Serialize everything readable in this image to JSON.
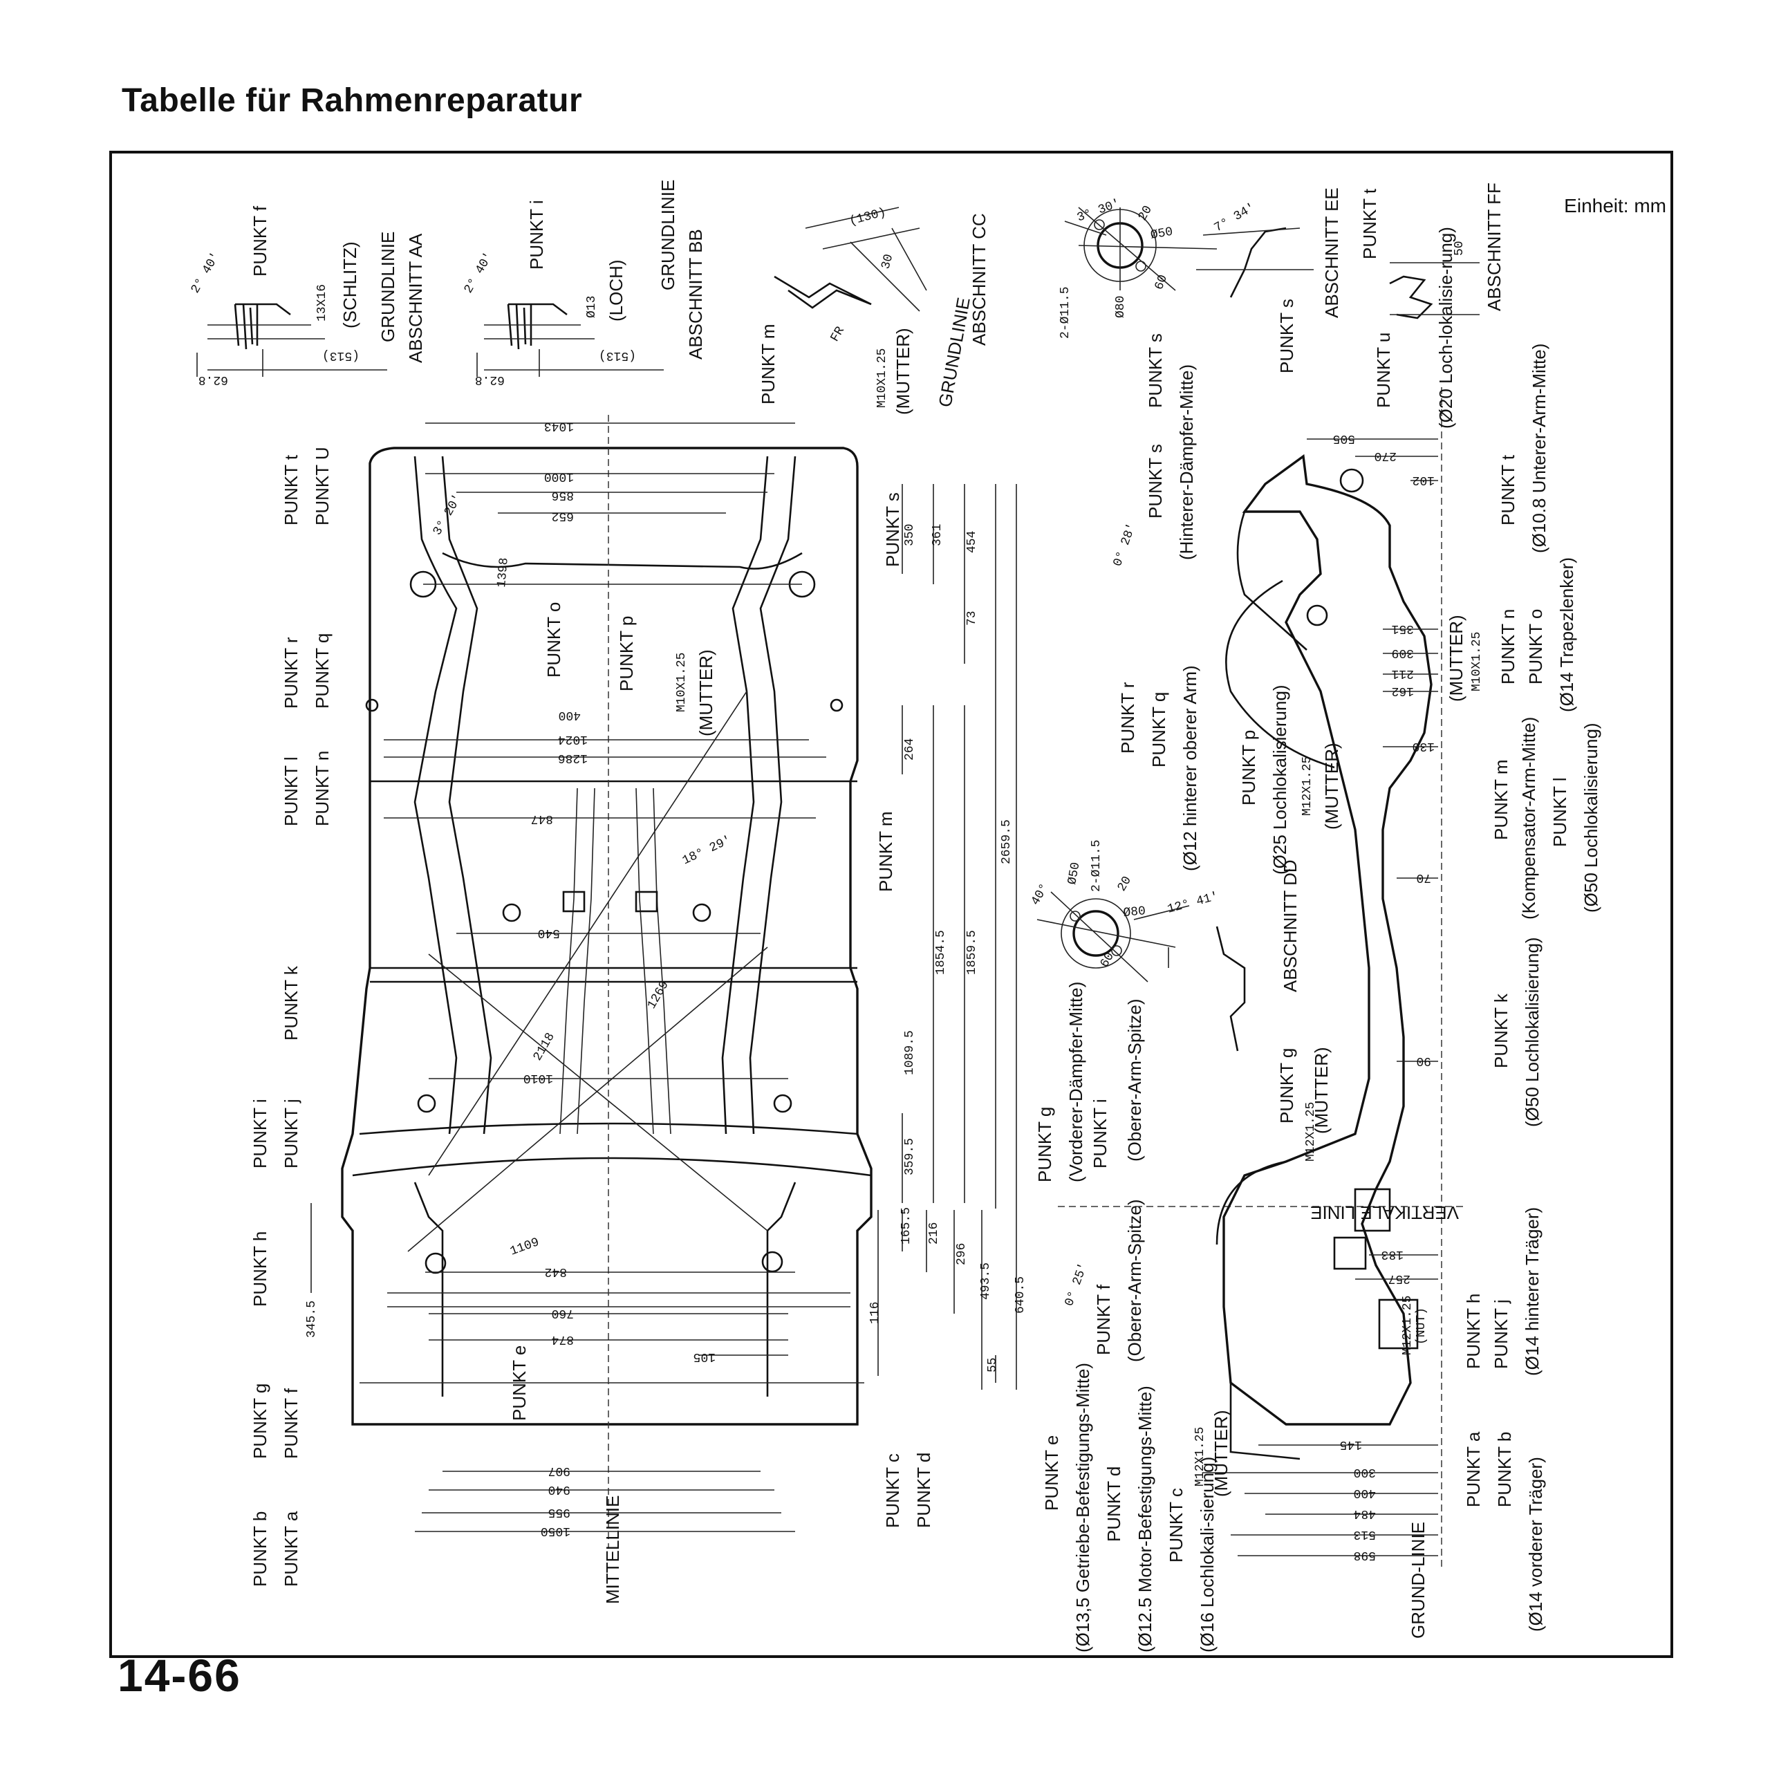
{
  "title": "Tabelle für Rahmenreparatur",
  "page_number": "14-66",
  "unit": "Einheit: mm",
  "sections": [
    {
      "id": "AA",
      "name": "ABSCHNITT AA",
      "base": "GRUNDLINIE",
      "point": "PUNKT f",
      "note": "(SCHLITZ)",
      "size": "13X16",
      "dim1": "62.8",
      "dim2": "(513)",
      "angle": "2° 40'"
    },
    {
      "id": "BB",
      "name": "ABSCHNITT BB",
      "base": "GRUNDLINIE",
      "point": "PUNKT i",
      "note": "(LOCH)",
      "size": "Ø13",
      "dim1": "62.8",
      "dim2": "(513)",
      "angle": "2° 40'"
    },
    {
      "id": "CC",
      "name": "ABSCHNITT CC",
      "base": "GRUNDLINIE",
      "point": "PUNKT m",
      "nut": "M10X1.25",
      "note": "(MUTTER)",
      "dim1": "(130)",
      "dim2": "30",
      "dir": "FR"
    },
    {
      "id": "EE",
      "name": "ABSCHNITT EE",
      "point": "PUNKT s",
      "angle": "7° 34'"
    },
    {
      "id": "FF",
      "name": "ABSCHNITT FF",
      "point": "PUNKT t",
      "dim1": "50"
    },
    {
      "id": "DD",
      "name": "ABSCHNITT DD",
      "point": "PUNKT g",
      "nut": "M12X1.25",
      "note": "(MUTTER)"
    }
  ],
  "detail_s": {
    "label": "PUNKT s",
    "angle": "3° 30'",
    "holes": "2-Ø11.5",
    "d1": "Ø80",
    "d2": "Ø50",
    "a1": "20",
    "a2": "60"
  },
  "detail_g": {
    "angle": "40°",
    "holes": "2-Ø11.5",
    "d1": "Ø50",
    "d2": "Ø80",
    "a1": "20",
    "a2": "60",
    "a3": "12° 41'"
  },
  "plan_labels_left": [
    {
      "top": "PUNKT t",
      "bottom": "PUNKT U"
    },
    {
      "top": "PUNKT r",
      "bottom": "PUNKT q"
    },
    {
      "top": "PUNKT l",
      "bottom": "PUNKT n"
    },
    {
      "top": "PUNKT k",
      "bottom": ""
    },
    {
      "top": "PUNKT i",
      "bottom": "PUNKT j"
    },
    {
      "top": "PUNKT h",
      "bottom": ""
    },
    {
      "top": "PUNKT g",
      "bottom": "PUNKT f"
    },
    {
      "top": "PUNKT b",
      "bottom": "PUNKT a"
    }
  ],
  "plan_labels_inner": [
    "PUNKT o",
    "PUNKT p",
    "PUNKT s",
    "PUNKT m",
    "PUNKT e",
    "PUNKT c",
    "PUNKT d",
    "M10X1.25",
    "(MUTTER)"
  ],
  "plan_dims_width": [
    "1043",
    "1000",
    "856",
    "652",
    "1398",
    "400",
    "1024",
    "1286",
    "847",
    "540",
    "1010",
    "842",
    "760",
    "874",
    "105",
    "907",
    "940",
    "955",
    "1050"
  ],
  "plan_dims_length": [
    "350",
    "361",
    "454",
    "73",
    "264",
    "2659.5",
    "1854.5",
    "1859.5",
    "1089.5",
    "359.5",
    "165.5",
    "216",
    "296",
    "493.5",
    "640.5",
    "116",
    "55",
    "345.5"
  ],
  "plan_diag": [
    "2118",
    "1269",
    "1109"
  ],
  "plan_angles": [
    "3° 20'",
    "18° 29'"
  ],
  "centerline": "MITTELLINIE",
  "side_labels": [
    {
      "text": "PUNKT s",
      "sub": "(Hinterer-Dämpfer-Mitte)"
    },
    {
      "text": "PUNKT u",
      "sub": "(Ø20 Loch-lokalisie-rung)"
    },
    {
      "text": "PUNKT t",
      "sub": "(Ø10.8 Unterer-Arm-Mitte)"
    },
    {
      "text": "PUNKT n",
      "sub": ""
    },
    {
      "text": "PUNKT o",
      "sub": "(Ø14 Trapezlenker)"
    },
    {
      "text": "PUNKT r",
      "sub": ""
    },
    {
      "text": "PUNKT q",
      "sub": "(Ø12 hinterer oberer Arm)"
    },
    {
      "text": "PUNKT p",
      "sub": "(Ø25 Lochlokalisierung)"
    },
    {
      "text": "PUNKT m",
      "sub": "(Kompensator-Arm-Mitte)"
    },
    {
      "text": "PUNKT l",
      "sub": "(Ø50 Lochlokalisierung)"
    },
    {
      "text": "PUNKT k",
      "sub": "(Ø50 Lochlokalisierung)"
    },
    {
      "text": "PUNKT g",
      "sub": "(Vorderer-Dämpfer-Mitte)"
    },
    {
      "text": "PUNKT i",
      "sub": "(Oberer-Arm-Spitze)"
    },
    {
      "text": "PUNKT f",
      "sub": "(Oberer-Arm-Spitze)"
    },
    {
      "text": "PUNKT h",
      "sub": ""
    },
    {
      "text": "PUNKT j",
      "sub": "(Ø14 hinterer Träger)"
    },
    {
      "text": "PUNKT a",
      "sub": ""
    },
    {
      "text": "PUNKT b",
      "sub": "(Ø14 vorderer Träger)"
    },
    {
      "text": "PUNKT e",
      "sub": "(Ø13,5 Getriebe-Befestigungs-Mitte)"
    },
    {
      "text": "PUNKT d",
      "sub": "(Ø12.5 Motor-Befestigungs-Mitte)"
    },
    {
      "text": "PUNKT c",
      "sub": "(Ø16 Lochlokali-sierung)"
    }
  ],
  "side_dims": [
    "505",
    "270",
    "102",
    "351",
    "309",
    "211",
    "162",
    "130",
    "70",
    "90",
    "183",
    "257",
    "145",
    "300",
    "400",
    "484",
    "513",
    "598"
  ],
  "side_nuts": [
    "M10X1.25",
    "(MUTTER)",
    "M12X1.25",
    "(MUTTER)",
    "M12X1.25",
    "(NUT)",
    "M12X1.25",
    "(MUTTER)",
    "M12X1.25",
    "(MUTTER)"
  ],
  "side_angles": [
    "0° 28'",
    "0° 25'"
  ],
  "vertical_line": "VERTIKALE LINIE",
  "ground_line": "GRUND-LINIE"
}
